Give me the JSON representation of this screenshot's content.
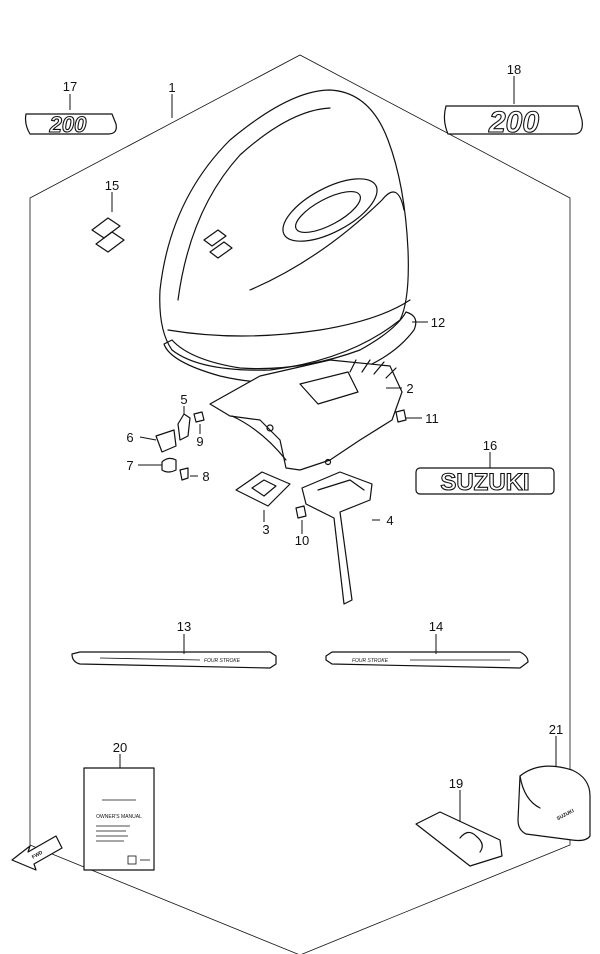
{
  "diagram": {
    "callouts": [
      {
        "id": "p1",
        "label": "1"
      },
      {
        "id": "p2",
        "label": "2"
      },
      {
        "id": "p3",
        "label": "3"
      },
      {
        "id": "p4",
        "label": "4"
      },
      {
        "id": "p5",
        "label": "5"
      },
      {
        "id": "p6",
        "label": "6"
      },
      {
        "id": "p7",
        "label": "7"
      },
      {
        "id": "p8",
        "label": "8"
      },
      {
        "id": "p9",
        "label": "9"
      },
      {
        "id": "p10",
        "label": "10"
      },
      {
        "id": "p11",
        "label": "11"
      },
      {
        "id": "p12",
        "label": "12"
      },
      {
        "id": "p13",
        "label": "13"
      },
      {
        "id": "p14",
        "label": "14"
      },
      {
        "id": "p15",
        "label": "15"
      },
      {
        "id": "p16",
        "label": "16"
      },
      {
        "id": "p17",
        "label": "17"
      },
      {
        "id": "p18",
        "label": "18"
      },
      {
        "id": "p19",
        "label": "19"
      },
      {
        "id": "p20",
        "label": "20"
      },
      {
        "id": "p21",
        "label": "21"
      }
    ],
    "decals": {
      "model_small": "200",
      "model_large": "200",
      "brand": "SUZUKI",
      "stripe_left": "FOUR STROKE",
      "stripe_right": "FOUR STROKE",
      "cover_bag": "SUZUKI"
    },
    "manual_title": "OWNER'S MANUAL",
    "fwd_label": "FWD"
  }
}
